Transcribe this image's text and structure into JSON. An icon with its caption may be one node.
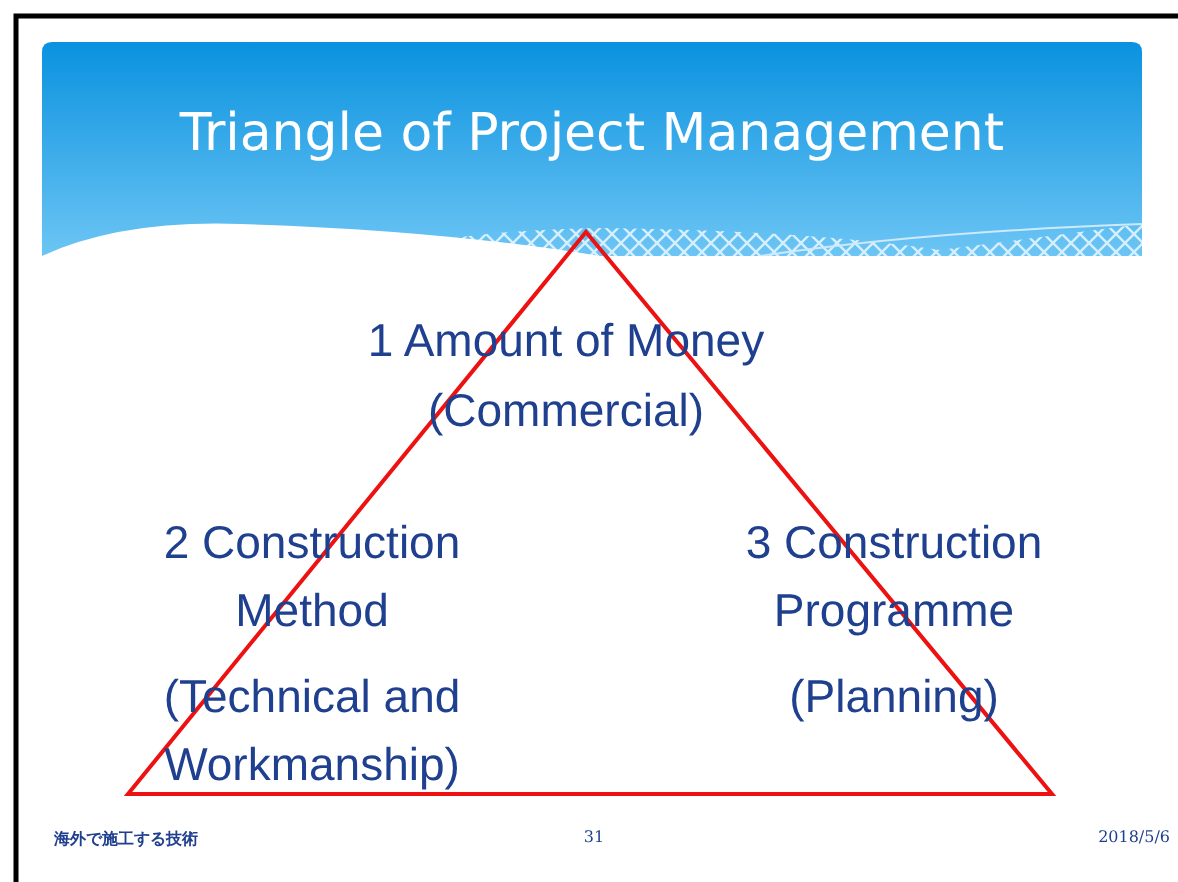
{
  "diagram": {
    "title": "Triangle of Project Management",
    "labels": [
      "1 Amount of Money",
      "(Commercial)",
      "2 Construction Method",
      "(Technical and Workmanship)",
      "3 Construction Programme",
      "(Planning)",
      "海外で施工する技術",
      "31",
      "2018/5/6"
    ]
  }
}
